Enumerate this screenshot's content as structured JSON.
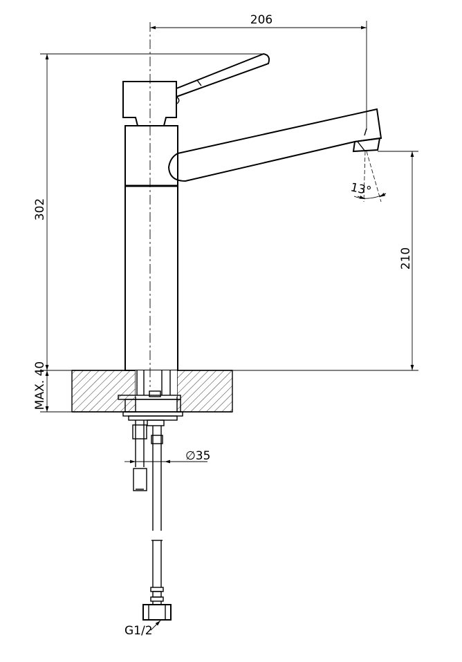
{
  "dimensions": {
    "spout_reach": "206",
    "total_height": "302",
    "spout_height": "210",
    "spout_angle": "13°",
    "max_countertop": "MAX. 40",
    "shank_diameter": "∅35",
    "connection": "G1/2"
  },
  "colors": {
    "line": "#000000",
    "background": "#ffffff"
  }
}
